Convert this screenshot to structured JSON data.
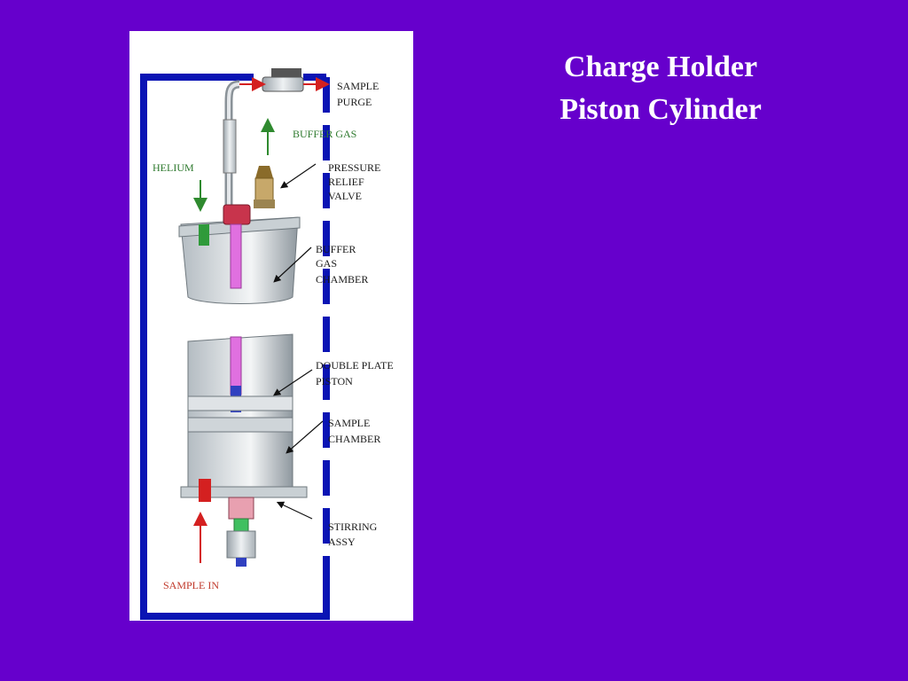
{
  "slide": {
    "title_line1": "Charge Holder",
    "title_line2": "Piston Cylinder"
  },
  "diagram": {
    "labels": {
      "sample_purge": [
        "SAMPLE",
        "PURGE"
      ],
      "buffer_gas": "BUFFER GAS",
      "helium": "HELIUM",
      "pressure_relief_valve": [
        "PRESSURE",
        "RELIEF",
        "VALVE"
      ],
      "buffer_gas_chamber": [
        "BUFFER",
        "GAS",
        "CHAMBER"
      ],
      "double_plate_piston": [
        "DOUBLE PLATE",
        "PISTON"
      ],
      "sample_chamber": [
        "SAMPLE",
        "CHAMBER"
      ],
      "stirring_assy": [
        "STIRRING",
        "ASSY"
      ],
      "sample_in": "SAMPLE IN"
    }
  },
  "colors": {
    "background": "#6600cc",
    "frame_blue": "#0a14b4",
    "arrow_red": "#d42020",
    "arrow_green": "#2f8a2f",
    "tube_pink": "#e070e0"
  }
}
